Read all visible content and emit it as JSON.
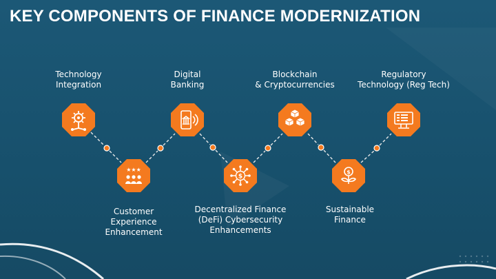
{
  "title": "KEY COMPONENTS OF FINANCE MODERNIZATION",
  "colors": {
    "background": "#1a5370",
    "accent": "#f47a1f",
    "connector": "#e8e8e8",
    "text": "#ffffff"
  },
  "components": [
    {
      "label": "Technology\nIntegration",
      "icon": "gear-network-icon"
    },
    {
      "label": "Customer\nExperience\nEnhancement",
      "icon": "customer-rating-icon"
    },
    {
      "label": "Digital\nBanking",
      "icon": "mobile-bank-icon"
    },
    {
      "label": "Decentralized Finance\n(DeFi) Cybersecurity\nEnhancements",
      "icon": "dollar-network-icon"
    },
    {
      "label": "Blockchain\n& Cryptocurrencies",
      "icon": "blockchain-cubes-icon"
    },
    {
      "label": "Sustainable\nFinance",
      "icon": "dollar-plant-icon"
    },
    {
      "label": "Regulatory\nTechnology (Reg Tech)",
      "icon": "monitor-dashboard-icon"
    }
  ]
}
